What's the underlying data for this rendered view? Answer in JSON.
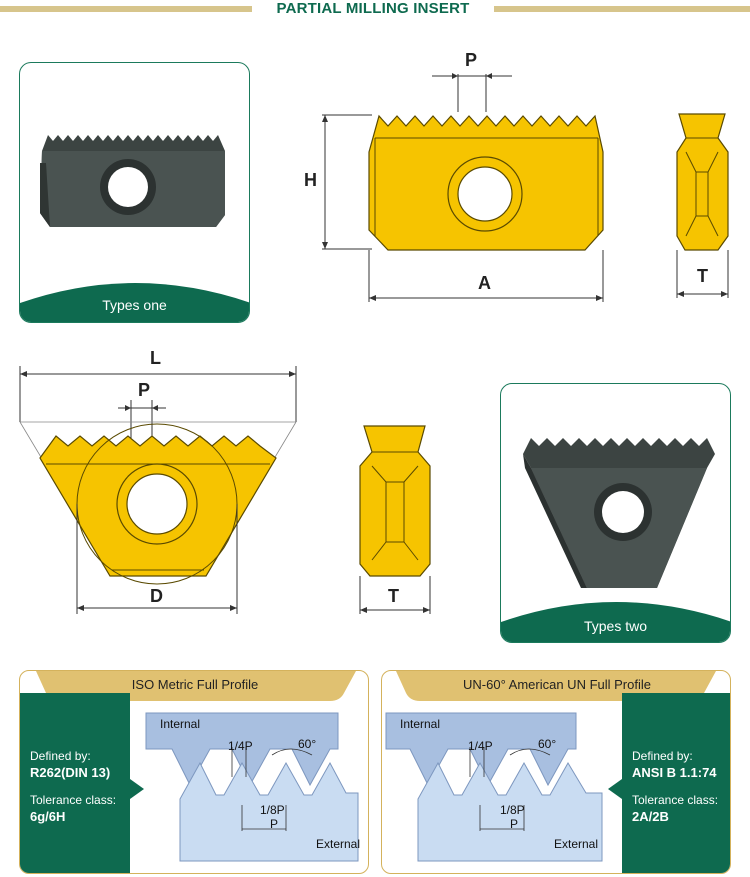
{
  "header": {
    "title": "PARTIAL MILLING INSERT"
  },
  "cards": {
    "one": {
      "caption": "Types one"
    },
    "two": {
      "caption": "Types two"
    }
  },
  "dims": {
    "top": {
      "p": "P",
      "h": "H",
      "a": "A",
      "t": "T"
    },
    "bottom": {
      "l": "L",
      "p": "P",
      "d": "D",
      "t": "T"
    }
  },
  "panels": {
    "iso": {
      "title": "ISO Metric Full Profile",
      "defined_label": "Defined by:",
      "defined_value": "R262(DIN 13)",
      "tolerance_label": "Tolerance class:",
      "tolerance_value": "6g/6H",
      "internal": "Internal",
      "external": "External",
      "quarter": "1/4P",
      "eighth": "1/8P",
      "p": "P",
      "angle": "60°"
    },
    "un": {
      "title": "UN-60° American UN Full Profile",
      "defined_label": "Defined by:",
      "defined_value": "ANSI B 1.1:74",
      "tolerance_label": "Tolerance class:",
      "tolerance_value": "2A/2B",
      "internal": "Internal",
      "external": "External",
      "quarter": "1/4P",
      "eighth": "1/8P",
      "p": "P",
      "angle": "60°"
    }
  },
  "colors": {
    "green": "#0e6a4f",
    "gold": "#f6c400",
    "dark_insert": "#3c4442",
    "thread_blue": "#a8bfe0",
    "thread_light": "#c9dcf2"
  }
}
